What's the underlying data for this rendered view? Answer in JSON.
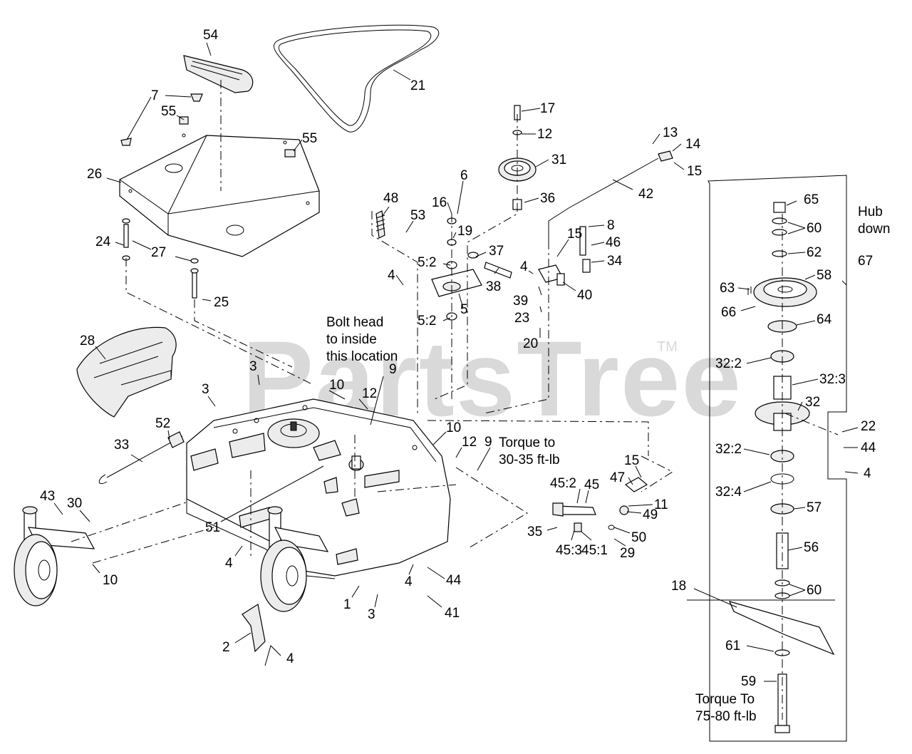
{
  "watermark": {
    "text": "PartsTree",
    "trademark": "TM"
  },
  "notes": {
    "bolt_head": "Bolt head\nto inside\nthis location",
    "torque_9": "Torque to\n30-35 ft-lb",
    "torque_59": "Torque To\n75-80 ft-lb",
    "hub_down": "Hub\ndown"
  },
  "callouts": {
    "c54": "54",
    "c21": "21",
    "c7": "7",
    "c55a": "55",
    "c55b": "55",
    "c26": "26",
    "c24": "24",
    "c27": "27",
    "c25": "25",
    "c28": "28",
    "c3a": "3",
    "c3b": "3",
    "c10a": "10",
    "c12a": "12",
    "c9a": "9",
    "c52": "52",
    "c33": "33",
    "c43": "43",
    "c30": "30",
    "c10b": "10",
    "c51": "51",
    "c4a": "4",
    "c4b": "4",
    "c1": "1",
    "c3c": "3",
    "c44a": "44",
    "c41": "41",
    "c2": "2",
    "c4c": "4",
    "c10c": "10",
    "c12b": "12",
    "c9b": "9",
    "c48": "48",
    "c53": "53",
    "c4d": "4",
    "c16": "16",
    "c6": "6",
    "c19": "19",
    "c5_2a": "5:2",
    "c5_2b": "5:2",
    "c5": "5",
    "c37": "37",
    "c38": "38",
    "c17": "17",
    "c12c": "12",
    "c31": "31",
    "c36": "36",
    "c13": "13",
    "c14": "14",
    "c15a": "15",
    "c42": "42",
    "c8": "8",
    "c15b": "15",
    "c46": "46",
    "c34": "34",
    "c4e": "4",
    "c39": "39",
    "c40": "40",
    "c23": "23",
    "c20": "20",
    "c15c": "15",
    "c47": "47",
    "c45_2": "45:2",
    "c45": "45",
    "c11": "11",
    "c49": "49",
    "c35": "35",
    "c50": "50",
    "c45_3": "45:3",
    "c45_1": "45:1",
    "c29": "29",
    "c65": "65",
    "c60a": "60",
    "c62": "62",
    "c67": "67",
    "c63": "63",
    "c58": "58",
    "c66": "66",
    "c64": "64",
    "c32_2a": "32:2",
    "c32_3": "32:3",
    "c32": "32",
    "c22": "22",
    "c44b": "44",
    "c4f": "4",
    "c32_2b": "32:2",
    "c32_4": "32:4",
    "c57": "57",
    "c56": "56",
    "c60b": "60",
    "c18": "18",
    "c61": "61",
    "c59": "59"
  }
}
